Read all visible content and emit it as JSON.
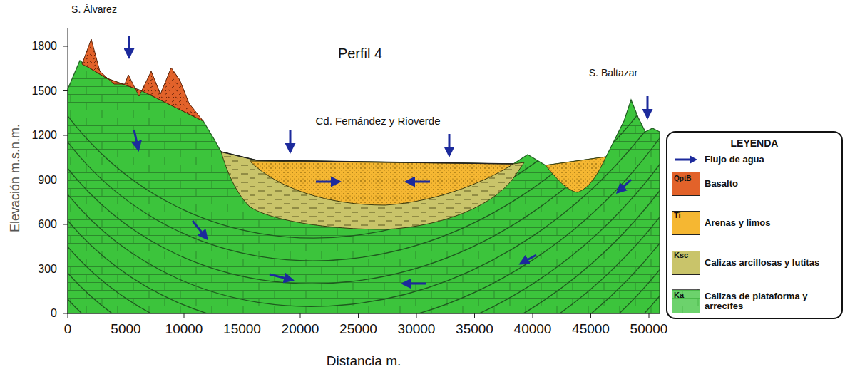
{
  "diagram": {
    "title": "Perfil 4",
    "labels": [
      "S. Álvarez",
      "Cd. Fernández y Rioverde",
      "S. Baltazar",
      "Elevación m.s.n.m.",
      "Distancia m.",
      "0",
      "300",
      "600",
      "900",
      "1200",
      "1500",
      "1800",
      "0",
      "5000",
      "10000",
      "15000",
      "20000",
      "25000",
      "30000",
      "35000",
      "40000",
      "45000",
      "50000",
      "LEYENDA",
      "QptB",
      "Ti",
      "Ksc",
      "Ka"
    ],
    "legend": [
      {
        "text": "Flujo de agua"
      },
      {
        "text": "Basalto",
        "color": "#e2622a"
      },
      {
        "text": "Arenas y limos",
        "color": "#f5b732"
      },
      {
        "text": "Calizas arcillosas y lutitas",
        "color": "#c9c46a"
      },
      {
        "text": "Calizas de plataforma y arrecifes",
        "color": "#3cc43c"
      }
    ]
  }
}
